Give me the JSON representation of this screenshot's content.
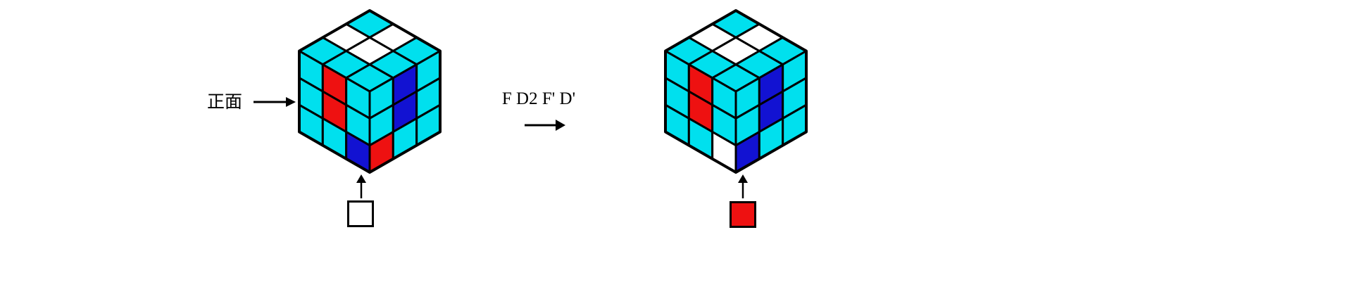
{
  "palette": {
    "cyan": "#00e0ee",
    "white": "#ffffff",
    "red": "#ee1111",
    "blue": "#1212d2",
    "outline": "#000000"
  },
  "labels": {
    "front_label": "正面",
    "move_sequence": "F D2 F' D'"
  },
  "cubes": {
    "before": {
      "top": [
        [
          "cyan",
          "white",
          "cyan"
        ],
        [
          "white",
          "white",
          "cyan"
        ],
        [
          "cyan",
          "cyan",
          "cyan"
        ]
      ],
      "front": [
        [
          "cyan",
          "red",
          "cyan"
        ],
        [
          "cyan",
          "red",
          "cyan"
        ],
        [
          "cyan",
          "cyan",
          "blue"
        ]
      ],
      "right": [
        [
          "cyan",
          "blue",
          "cyan"
        ],
        [
          "cyan",
          "blue",
          "cyan"
        ],
        [
          "red",
          "cyan",
          "cyan"
        ]
      ],
      "bottom_sticker": "white"
    },
    "after": {
      "top": [
        [
          "cyan",
          "white",
          "cyan"
        ],
        [
          "white",
          "white",
          "cyan"
        ],
        [
          "cyan",
          "cyan",
          "cyan"
        ]
      ],
      "front": [
        [
          "cyan",
          "red",
          "cyan"
        ],
        [
          "cyan",
          "red",
          "cyan"
        ],
        [
          "cyan",
          "cyan",
          "white"
        ]
      ],
      "right": [
        [
          "cyan",
          "blue",
          "cyan"
        ],
        [
          "cyan",
          "blue",
          "cyan"
        ],
        [
          "blue",
          "cyan",
          "cyan"
        ]
      ],
      "bottom_sticker": "red"
    }
  }
}
